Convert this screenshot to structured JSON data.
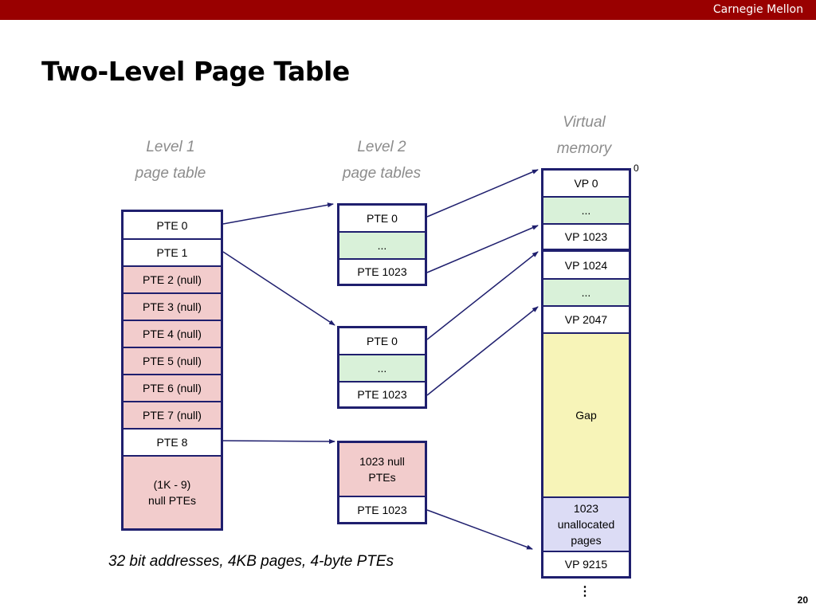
{
  "header": {
    "brand": "Carnegie Mellon"
  },
  "slide": {
    "title": "Two-Level Page Table",
    "note": "32 bit addresses, 4KB pages, 4-byte PTEs",
    "page_number": "20"
  },
  "labels": {
    "level1": [
      "Level 1",
      "page table"
    ],
    "level2": [
      "Level 2",
      "page tables"
    ],
    "vm": [
      "Virtual",
      "memory"
    ],
    "zero": "0",
    "ellipsis": "⋮"
  },
  "level1_table": [
    "PTE 0",
    "PTE 1",
    "PTE 2 (null)",
    "PTE 3 (null)",
    "PTE 4 (null)",
    "PTE 5 (null)",
    "PTE 6 (null)",
    "PTE 7 (null)",
    "PTE 8",
    "(1K - 9)\nnull PTEs"
  ],
  "level2_table_a": [
    "PTE 0",
    "...",
    "PTE 1023"
  ],
  "level2_table_b": [
    "PTE 0",
    "...",
    "PTE 1023"
  ],
  "level2_table_c": [
    "1023 null\nPTEs",
    "PTE 1023"
  ],
  "vm_top": [
    "VP 0",
    "...",
    "VP 1023"
  ],
  "vm_bottom": [
    "VP 1024",
    "...",
    "VP 2047",
    "Gap",
    "1023\nunallocated\npages",
    "VP 9215"
  ],
  "colors": {
    "bar": "#990000",
    "border": "#1f1f6e",
    "null": "#f2cccc",
    "ellipsis_fill": "#d9f1d9",
    "gap": "#f7f4b8",
    "unallocated": "#dcdcf5"
  }
}
